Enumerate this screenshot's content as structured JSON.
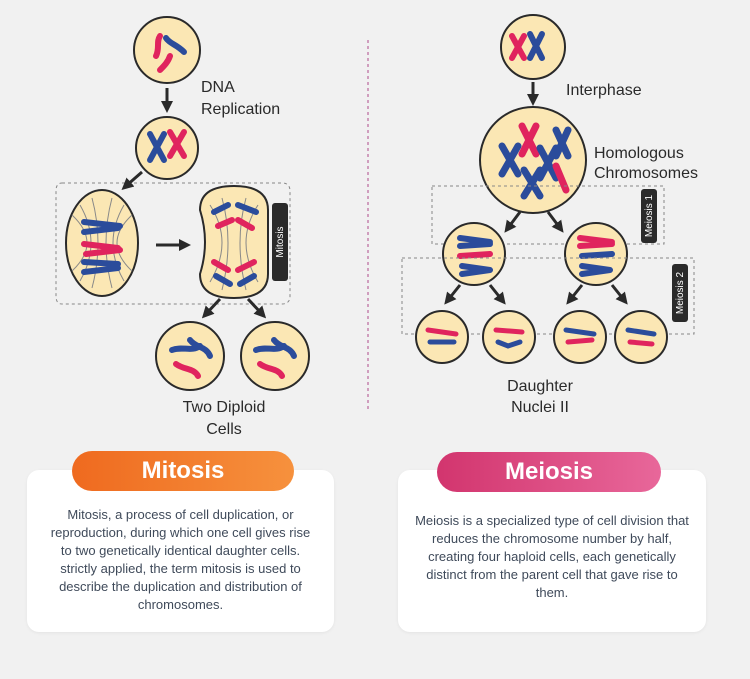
{
  "mitosis": {
    "labels": {
      "dna_replication_line1": "DNA",
      "dna_replication_line2": "Replication",
      "stage_tag": "Mitosis",
      "result_line1": "Two Diploid",
      "result_line2": "Cells"
    },
    "title": "Mitosis",
    "description": "Mitosis, a process of cell duplication, or reproduction, during which one cell gives rise to two genetically identical daughter cells. strictly applied, the term mitosis is used to describe the duplication and distribution of chromosomes."
  },
  "meiosis": {
    "labels": {
      "interphase": "Interphase",
      "homologous_line1": "Homologous",
      "homologous_line2": "Chromosomes",
      "stage1_tag": "Meiosis 1",
      "stage2_tag": "Meiosis 2",
      "result_line1": "Daughter",
      "result_line2": "Nuclei II"
    },
    "title": "Meiosis",
    "description": "Meiosis is a specialized type of cell division that reduces the chromosome number by half, creating four haploid cells, each genetically distinct from the parent cell that gave rise to them."
  },
  "colors": {
    "cell_fill": "#fbe7b4",
    "cell_stroke": "#2a2a2a",
    "chromosome_blue": "#2b4c9b",
    "chromosome_pink": "#e0245e",
    "arrow": "#2a2a2a",
    "divider": "#b04a8a",
    "mitosis_accent": "#ef6a1f",
    "meiosis_accent": "#d2356e"
  }
}
